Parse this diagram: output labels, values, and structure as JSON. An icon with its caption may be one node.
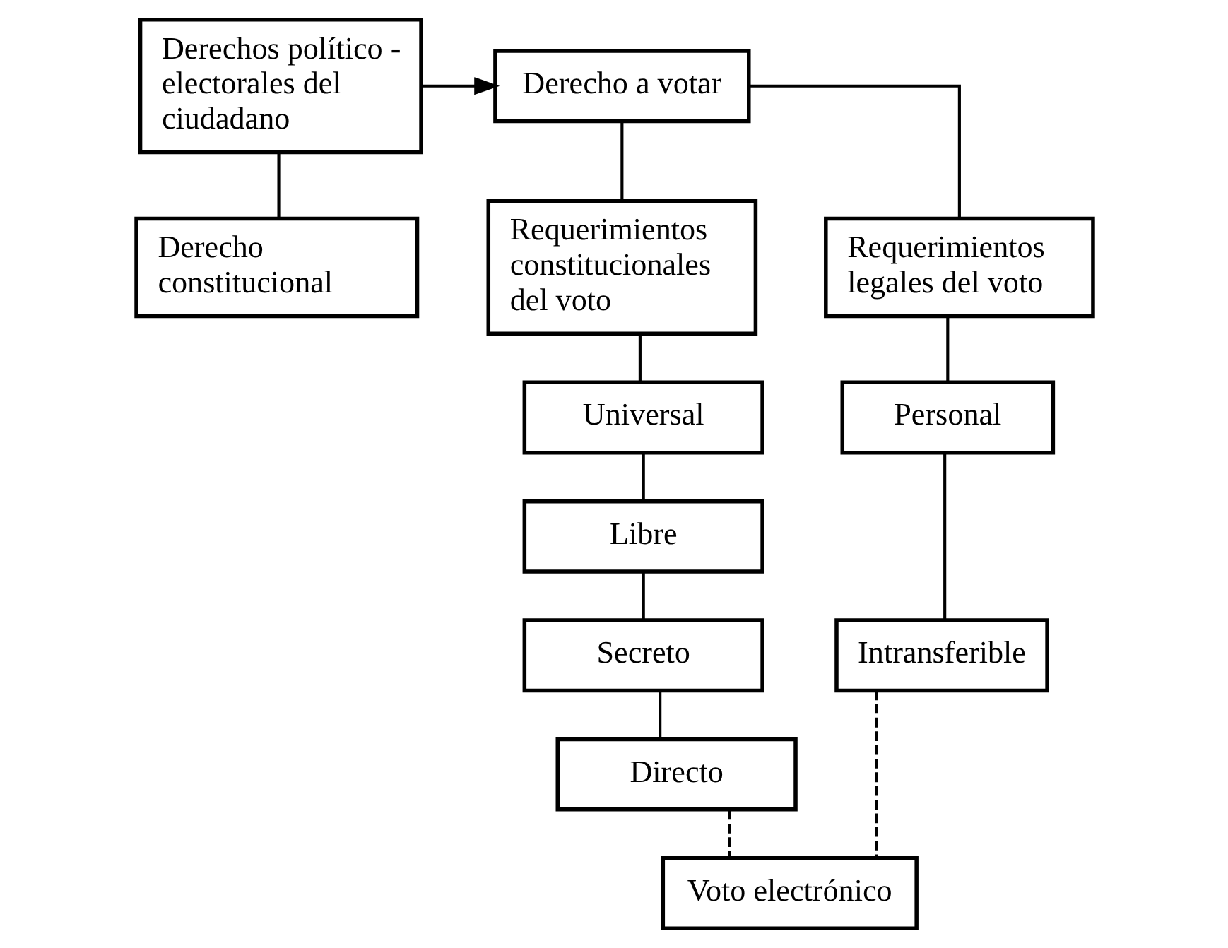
{
  "diagram": {
    "nodes": [
      {
        "text": [
          "Derechos político - electorales del ciudadano"
        ]
      },
      {
        "text": [
          "Derecho a votar"
        ]
      },
      {
        "text": [
          "Derecho constitucional"
        ]
      },
      {
        "text": [
          "Requerimientos constitucionales del voto"
        ]
      },
      {
        "text": [
          "Requerimientos legales del voto"
        ]
      },
      {
        "text": [
          "Universal"
        ]
      },
      {
        "text": [
          "Libre"
        ]
      },
      {
        "text": [
          "Secreto"
        ]
      },
      {
        "text": [
          "Directo"
        ]
      },
      {
        "text": [
          "Personal"
        ]
      },
      {
        "text": [
          "Intransferible"
        ]
      },
      {
        "text": [
          "Voto electrónico"
        ]
      }
    ],
    "edges": [
      {
        "from": 0,
        "to": 1,
        "arrow": "to"
      },
      {
        "from": 0,
        "to": 2,
        "arrow": "none"
      },
      {
        "from": 1,
        "to": 3,
        "arrow": "none"
      },
      {
        "from": 1,
        "to": 4,
        "arrow": "none"
      },
      {
        "from": 3,
        "to": 5,
        "arrow": "none"
      },
      {
        "from": 5,
        "to": 6,
        "arrow": "none"
      },
      {
        "from": 6,
        "to": 7,
        "arrow": "none"
      },
      {
        "from": 7,
        "to": 8,
        "arrow": "none"
      },
      {
        "from": 4,
        "to": 9,
        "arrow": "none"
      },
      {
        "from": 9,
        "to": 10,
        "arrow": "none"
      },
      {
        "from": 8,
        "to": 11,
        "arrow": "none",
        "style": "dashed"
      },
      {
        "from": 10,
        "to": 11,
        "arrow": "none",
        "style": "dashed"
      }
    ]
  }
}
